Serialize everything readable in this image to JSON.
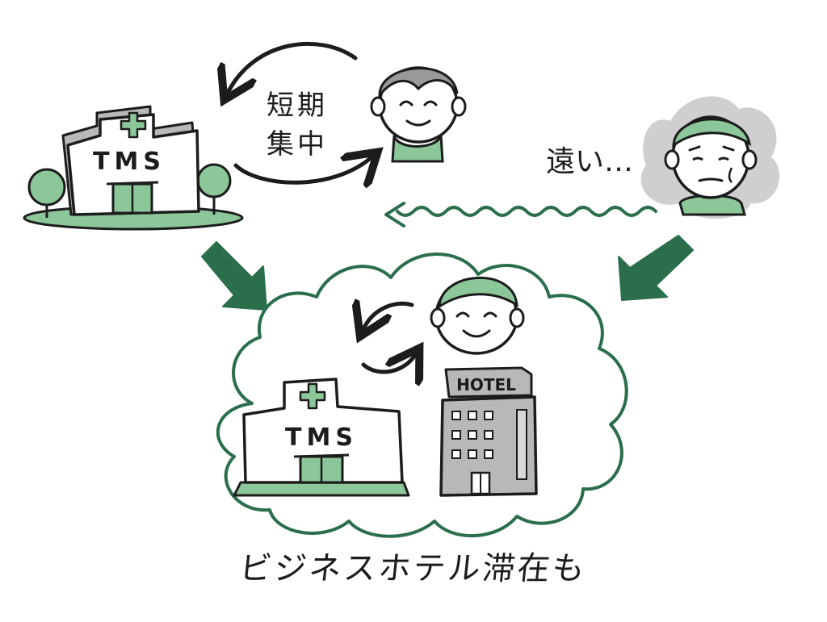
{
  "labels": {
    "short_term": "短期",
    "intensive": "集中",
    "far": "遠い…",
    "caption": "ビジネスホテル滞在も"
  },
  "signs": {
    "clinic_top": "TMS",
    "clinic_bottom": "TMS",
    "hotel": "HOTEL"
  },
  "colors": {
    "green_light": "#8cc79a",
    "green_dark": "#2a6e4c",
    "cloud_gray": "#cfcfcf",
    "ink": "#1c1c1c"
  }
}
